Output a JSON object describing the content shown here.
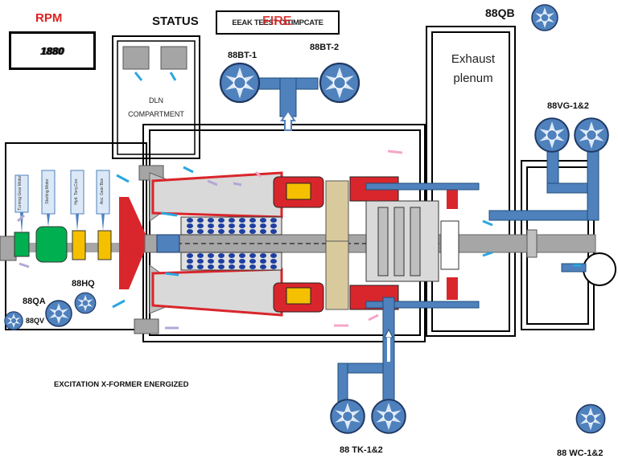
{
  "rpm": {
    "label": "RPM",
    "value": "1880"
  },
  "status": {
    "label": "STATUS",
    "text": "EEAK TEEST CITIMPCATE",
    "overlay": "FIRE"
  },
  "dln": {
    "line1": "DLN",
    "line2": "COMPARTMENT"
  },
  "exhaust": {
    "line1": "Exhaust",
    "line2": "plenum"
  },
  "accessories": {
    "turning_gear": "Turning Gear Motor",
    "starting_motor": "Starting Motor",
    "hyd_torq": "Hyd. Torq.Con.",
    "acc_gear": "Acc. Gear Box"
  },
  "fans": {
    "bt1": "88BT-1",
    "bt2": "88BT-2",
    "qb": "88QB",
    "vg": "88VG-1&2",
    "hq": "88HQ",
    "qa": "88QA",
    "qv": "88QV",
    "tk": "88 TK-1&2",
    "wc": "88 WC-1&2"
  },
  "excitation": "EXCITATION X-FORMER ENERGIZED",
  "colors": {
    "pipe": "#4f81bd",
    "pipe_dark": "#1f4e79",
    "red": "#d9262c",
    "green": "#00b050",
    "gold": "#f5c000",
    "lavender": "#b4a7d6",
    "pink": "#f4a6c8",
    "cyan": "#2aa6e0",
    "shaft": "#a6a6a6",
    "gray_box": "#a5a5a5"
  }
}
